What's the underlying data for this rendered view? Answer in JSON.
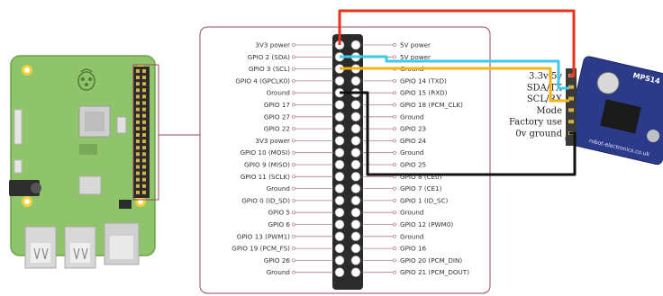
{
  "left_pins": [
    "3V3 power",
    "GPIO 2 (SDA)",
    "GPIO 3 (SCL)",
    "GPIO 4 (GPCLK0)",
    "Ground",
    "GPIO 17",
    "GPIO 27",
    "GPIO 22",
    "3V3 power",
    "GPIO 10 (MOSI)",
    "GPIO 9 (MISO)",
    "GPIO 11 (SCLK)",
    "Ground",
    "GPIO 0 (ID_SD)",
    "GPIO 5",
    "GPIO 6",
    "GPIO 13 (PWM1)",
    "GPIO 19 (PCM_FS)",
    "GPIO 26",
    "Ground"
  ],
  "right_pins": [
    "5V power",
    "5V power",
    "Ground",
    "GPIO 14 (TXD)",
    "GPIO 15 (RXD)",
    "GPIO 18 (PCM_CLK)",
    "Ground",
    "GPIO 23",
    "GPIO 24",
    "Ground",
    "GPIO 25",
    "GPIO 8 (CE0)",
    "GPIO 7 (CE1)",
    "GPIO 1 (ID_SC)",
    "Ground",
    "GPIO 12 (PWM0)",
    "Ground",
    "GPIO 16",
    "GPIO 20 (PCM_DIN)",
    "GPIO 21 (PCM_DOUT)"
  ],
  "sensor_labels": [
    "3.3v-5v",
    "SDA/TX",
    "SCL/RX",
    "Mode",
    "Factory use",
    "0v ground"
  ],
  "sensor_module": {
    "name": "MPS14",
    "brand": "robot-electronics.co.uk"
  },
  "colors": {
    "red_wire": "#e8321e",
    "blue_wire": "#3ec8ea",
    "yellow_wire": "#f6b416",
    "black_wire": "#111111",
    "pcb_green": "#8fc46a",
    "header_dark": "#2b2b2b",
    "frame": "#9b4a5a",
    "pi_logo": "#c7174f",
    "sensor_blue": "#2c3a8a"
  },
  "wiring": [
    {
      "color": "red",
      "from": "5V power",
      "to": "3.3v-5v"
    },
    {
      "color": "blue",
      "from": "GPIO 2 (SDA)",
      "to": "SDA/TX"
    },
    {
      "color": "yellow",
      "from": "GPIO 3 (SCL)",
      "to": "SCL/RX"
    },
    {
      "color": "black",
      "from": "Ground",
      "to": "0v ground"
    }
  ]
}
